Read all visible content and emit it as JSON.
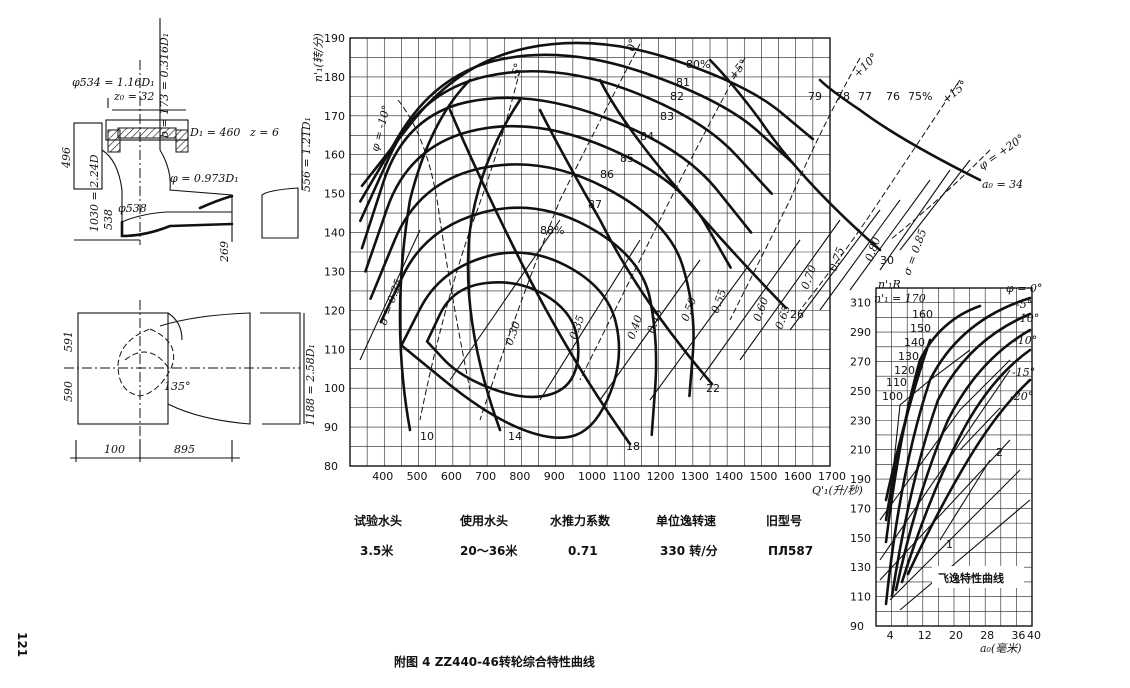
{
  "page_number": "121",
  "figure_caption": "附图 4   ZZ440-46转轮综合特性曲线",
  "drawing": {
    "dims": [
      "φ534 = 1.16D₁",
      "z₀ = 32",
      "b = 173 = 0.316D₁",
      "D₁ = 460",
      "z = 6",
      "φ = 0.973D₁",
      "φ538",
      "556 = 1.21D₁",
      "496",
      "1030 = 2.24D",
      "538",
      "269",
      "591",
      "590",
      "1188 = 2.58D₁",
      "135°",
      "100",
      "895"
    ]
  },
  "params": {
    "headers": [
      "试验水头",
      "使用水头",
      "水推力系数",
      "单位逸转速",
      "旧型号"
    ],
    "values": [
      "3.5米",
      "20～36米",
      "0.71",
      "330 转/分",
      "ПЛ587"
    ]
  },
  "chart_data": [
    {
      "type": "line",
      "name": "main-combined-characteristic",
      "xlabel": "Q'₁(升/秒)",
      "ylabel": "n'₁(转/分)",
      "xlim": [
        300,
        1700
      ],
      "ylim": [
        80,
        190
      ],
      "x_ticks": [
        400,
        500,
        600,
        700,
        800,
        900,
        1000,
        1100,
        1200,
        1300,
        1400,
        1500,
        1600,
        1700
      ],
      "y_ticks": [
        80,
        90,
        100,
        110,
        120,
        130,
        140,
        150,
        160,
        170,
        180,
        190
      ],
      "grid": true,
      "efficiency_labels": [
        "88%",
        "87",
        "86",
        "85",
        "84",
        "83",
        "82",
        "81",
        "80%",
        "79",
        "78",
        "77",
        "76",
        "75%"
      ],
      "efficiency_contours": [
        {
          "label": "88%",
          "points": [
            [
              525,
              112
            ],
            [
              600,
              126
            ],
            [
              790,
              128
            ],
            [
              945,
              120
            ],
            [
              975,
              108
            ],
            [
              930,
              99
            ],
            [
              800,
              97
            ],
            [
              620,
              103
            ],
            [
              525,
              112
            ]
          ]
        },
        {
          "label": "87",
          "points": [
            [
              450,
              111
            ],
            [
              560,
              130
            ],
            [
              810,
              137
            ],
            [
              1050,
              126
            ],
            [
              1100,
              108
            ],
            [
              1020,
              90
            ],
            [
              900,
              86
            ],
            [
              700,
              93
            ],
            [
              450,
              111
            ]
          ]
        },
        {
          "label": "86",
          "points": [
            [
              390,
              117
            ],
            [
              520,
              141
            ],
            [
              840,
              149
            ],
            [
              1150,
              134
            ],
            [
              1200,
              112
            ],
            [
              1180,
              88
            ]
          ]
        },
        {
          "label": "85",
          "points": [
            [
              360,
              123
            ],
            [
              500,
              153
            ],
            [
              860,
              160
            ],
            [
              1230,
              143
            ],
            [
              1310,
              120
            ],
            [
              1290,
              98
            ]
          ]
        },
        {
          "label": "84",
          "points": [
            [
              345,
              130
            ],
            [
              470,
              162
            ],
            [
              830,
              170
            ],
            [
              1260,
              154
            ],
            [
              1410,
              131
            ]
          ]
        },
        {
          "label": "83",
          "points": [
            [
              335,
              136
            ],
            [
              460,
              170
            ],
            [
              820,
              177
            ],
            [
              1270,
              162
            ],
            [
              1470,
              140
            ]
          ]
        },
        {
          "label": "82",
          "points": [
            [
              330,
              143
            ],
            [
              500,
              176
            ],
            [
              880,
              184
            ],
            [
              1320,
              170
            ],
            [
              1530,
              150
            ]
          ]
        },
        {
          "label": "81",
          "points": [
            [
              330,
              148
            ],
            [
              550,
              181
            ],
            [
              930,
              188
            ],
            [
              1390,
              174
            ],
            [
              1590,
              158
            ]
          ]
        },
        {
          "label": "80%",
          "points": [
            [
              335,
              152
            ],
            [
              620,
              184
            ],
            [
              1020,
              191
            ],
            [
              1460,
              178
            ],
            [
              1650,
              164
            ]
          ]
        }
      ],
      "guide_vane_openings": [
        10,
        14,
        18,
        22,
        26,
        30,
        34
      ],
      "blade_angles": [
        "φ = -10°",
        "-5°",
        "0°",
        "+5°",
        "+10°",
        "+15°",
        "φ = +20°"
      ],
      "cavitation_coefficients": [
        "σ = 0.35",
        "0.30",
        "0.35",
        "0.40",
        "0.45",
        "0.50",
        "0.55",
        "0.60",
        "0.65",
        "0.70",
        "0.75",
        "0.80",
        "σ = 0.85"
      ],
      "a0_label": "a₀ = 34"
    },
    {
      "type": "line",
      "name": "runaway-characteristic",
      "title": "飞逸特性曲线",
      "xlabel": "a₀(毫米)",
      "ylabel": "n'₁R",
      "xlim": [
        0,
        40
      ],
      "ylim": [
        90,
        320
      ],
      "x_ticks": [
        4,
        12,
        20,
        28,
        36,
        40
      ],
      "y_ticks": [
        90,
        110,
        130,
        150,
        170,
        190,
        210,
        230,
        250,
        270,
        290,
        310
      ],
      "n1_labels": [
        "n'₁ = 170",
        "160",
        "150",
        "140",
        "130",
        "120",
        "110",
        "100"
      ],
      "angle_labels": [
        "φ = 0°",
        "-5°",
        "-10°",
        "-10°",
        "-15°",
        "-20°"
      ],
      "points": [
        "1",
        "2"
      ]
    }
  ]
}
